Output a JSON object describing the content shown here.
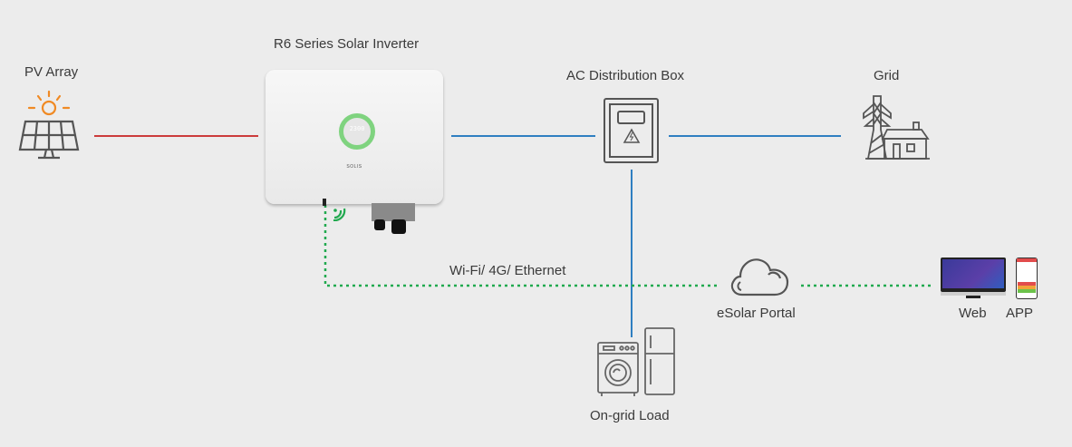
{
  "title": "R6 Series Solar Inverter system diagram",
  "nodes": {
    "pv_array": {
      "label": "PV Array",
      "icon": "solar-panel-icon"
    },
    "inverter": {
      "label": "R6 Series Solar Inverter",
      "display_value": "2300",
      "brand_text": "SOLIS"
    },
    "ac_box": {
      "label": "AC Distribution Box",
      "icon": "distribution-box-icon"
    },
    "grid": {
      "label": "Grid",
      "icon": "transmission-tower-house-icon"
    },
    "load": {
      "label": "On-grid Load",
      "icon": "appliances-icon"
    },
    "portal": {
      "label": "eSolar Portal",
      "icon": "cloud-icon"
    },
    "web": {
      "label": "Web",
      "icon": "monitor-icon"
    },
    "app": {
      "label": "APP",
      "icon": "smartphone-icon"
    }
  },
  "connections": {
    "comm_label": "Wi-Fi/ 4G/ Ethernet",
    "colors": {
      "dc": "#cc3b3b",
      "ac": "#2f7fc1",
      "comm": "#21a94f",
      "sun": "#f08a24",
      "icon": "#555555"
    }
  }
}
